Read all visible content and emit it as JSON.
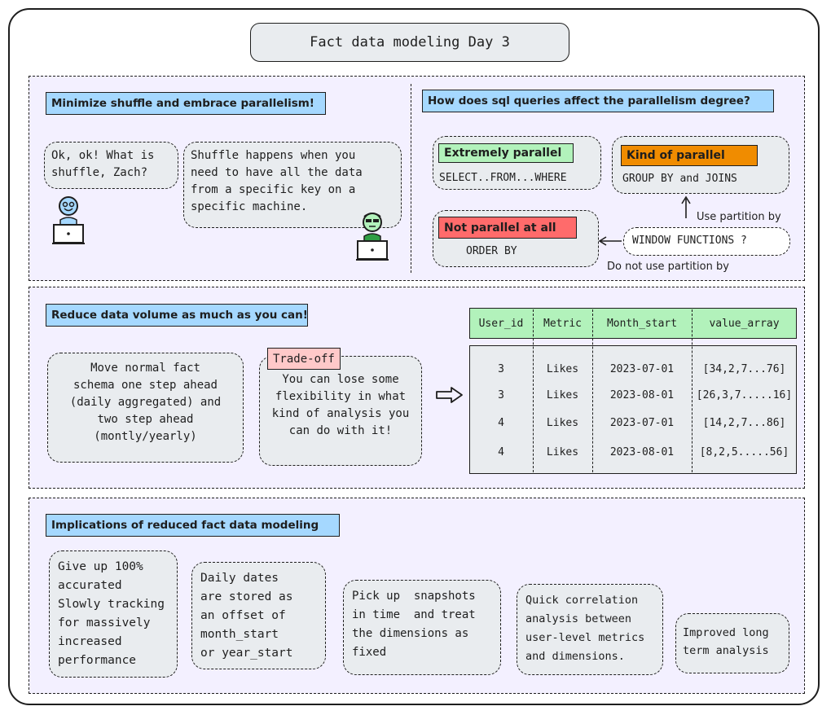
{
  "title": "Fact data modeling Day 3",
  "shuffle_section": {
    "header": "Minimize shuffle and embrace parallelism!",
    "question": "Ok, ok! What is\nshuffle, Zach?",
    "answer": "Shuffle happens when you\nneed to have all the data\nfrom a specific key on a\nspecific machine."
  },
  "parallel_section": {
    "header": "How does sql queries affect the parallelism degree?",
    "extremely": {
      "label": "Extremely parallel",
      "detail": "SELECT..FROM...WHERE",
      "color": "#b2f2bb"
    },
    "kind_of": {
      "label": "Kind of parallel",
      "detail": "GROUP BY and JOINS",
      "color": "#f08c00"
    },
    "not_at_all": {
      "label": "Not parallel at all",
      "detail": "ORDER BY",
      "color": "#ff6b6b"
    },
    "window": "WINDOW FUNCTIONS ?",
    "use_partition": "Use partition by",
    "no_partition": "Do not use partition by"
  },
  "volume_section": {
    "header": "Reduce data volume as much as you can!",
    "move_text": "Move normal fact\nschema one step ahead\n(daily aggregated) and\ntwo step ahead\n(montly/yearly)",
    "tradeoff_label": "Trade-off",
    "tradeoff_color": "#ffc9c9",
    "tradeoff_text": "You can lose some\nflexibility in what\nkind of analysis you\ncan do with it!",
    "table": {
      "columns": [
        "User_id",
        "Metric",
        "Month_start",
        "value_array"
      ],
      "rows": [
        [
          "3",
          "Likes",
          "2023-07-01",
          "[34,2,7...76]"
        ],
        [
          "3",
          "Likes",
          "2023-08-01",
          "[26,3,7.....16]"
        ],
        [
          "4",
          "Likes",
          "2023-07-01",
          "[14,2,7...86]"
        ],
        [
          "4",
          "Likes",
          "2023-08-01",
          "[8,2,5.....56]"
        ]
      ]
    }
  },
  "implications_section": {
    "header": "Implications of reduced fact data modeling",
    "items": [
      "Give up 100%\naccurated\nSlowly tracking\nfor massively\nincreased\nperformance",
      "Daily dates\nare stored as\nan offset of\nmonth_start\nor year_start",
      "Pick up  snapshots\nin time  and treat\nthe dimensions as\nfixed",
      "Quick correlation\nanalysis between\nuser-level metrics\nand dimensions.",
      "Improved long\nterm analysis"
    ]
  },
  "colors": {
    "section_bg": "#f3f0ff",
    "header_bg": "#a5d8ff",
    "bubble_bg": "#e9ecef",
    "table_header_bg": "#b2f2bb"
  }
}
